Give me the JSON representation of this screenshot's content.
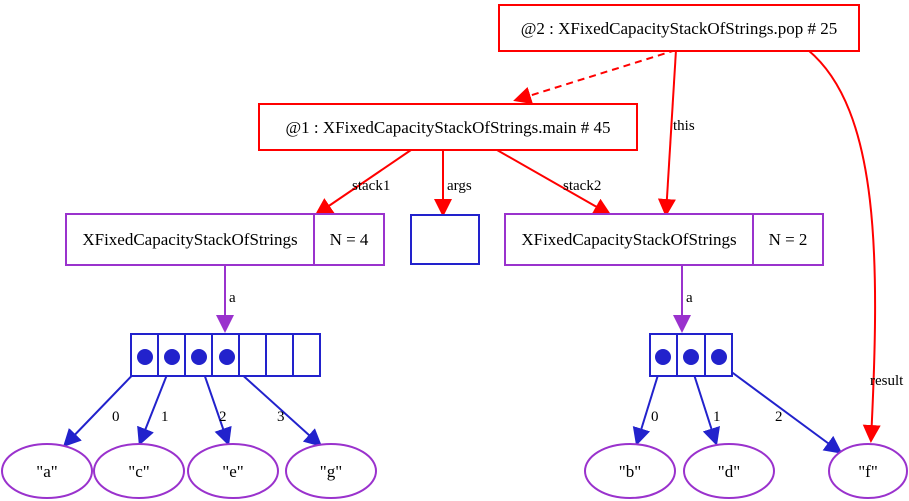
{
  "diagram": {
    "title_type": "object-reference-diagram",
    "frames": [
      {
        "id": "frame-pop",
        "label": "@2 : XFixedCapacityStackOfStrings.pop # 25",
        "color": "#ff0000"
      },
      {
        "id": "frame-main",
        "label": "@1 : XFixedCapacityStackOfStrings.main # 45",
        "color": "#ff0000"
      }
    ],
    "objects": [
      {
        "id": "object-stack1",
        "class_name": "XFixedCapacityStackOfStrings",
        "field": "N = 4",
        "color": "#9a32cd"
      },
      {
        "id": "object-stack2",
        "class_name": "XFixedCapacityStackOfStrings",
        "field": "N = 2",
        "color": "#9a32cd"
      }
    ],
    "args_array": {
      "id": "args-array",
      "cells": 1,
      "filled": 0
    },
    "arrays": [
      {
        "id": "array-left",
        "cells": 7,
        "filled": 4,
        "ref_label": "a",
        "index_labels": [
          "0",
          "1",
          "2",
          "3"
        ]
      },
      {
        "id": "array-right",
        "cells": 3,
        "filled": 3,
        "ref_label": "a",
        "index_labels": [
          "0",
          "1",
          "2"
        ]
      }
    ],
    "strings_left": [
      "\"a\"",
      "\"c\"",
      "\"e\"",
      "\"g\""
    ],
    "strings_right": [
      "\"b\"",
      "\"d\"",
      "\"f\""
    ],
    "edge_labels": {
      "stack1": "stack1",
      "args": "args",
      "stack2": "stack2",
      "this": "this",
      "result": "result"
    },
    "colors": {
      "frame_stroke": "#ff0000",
      "object_stroke": "#9a32cd",
      "array_stroke": "#2222cc",
      "dot_fill": "#2222cc",
      "text": "#000000",
      "background": "#ffffff"
    }
  }
}
